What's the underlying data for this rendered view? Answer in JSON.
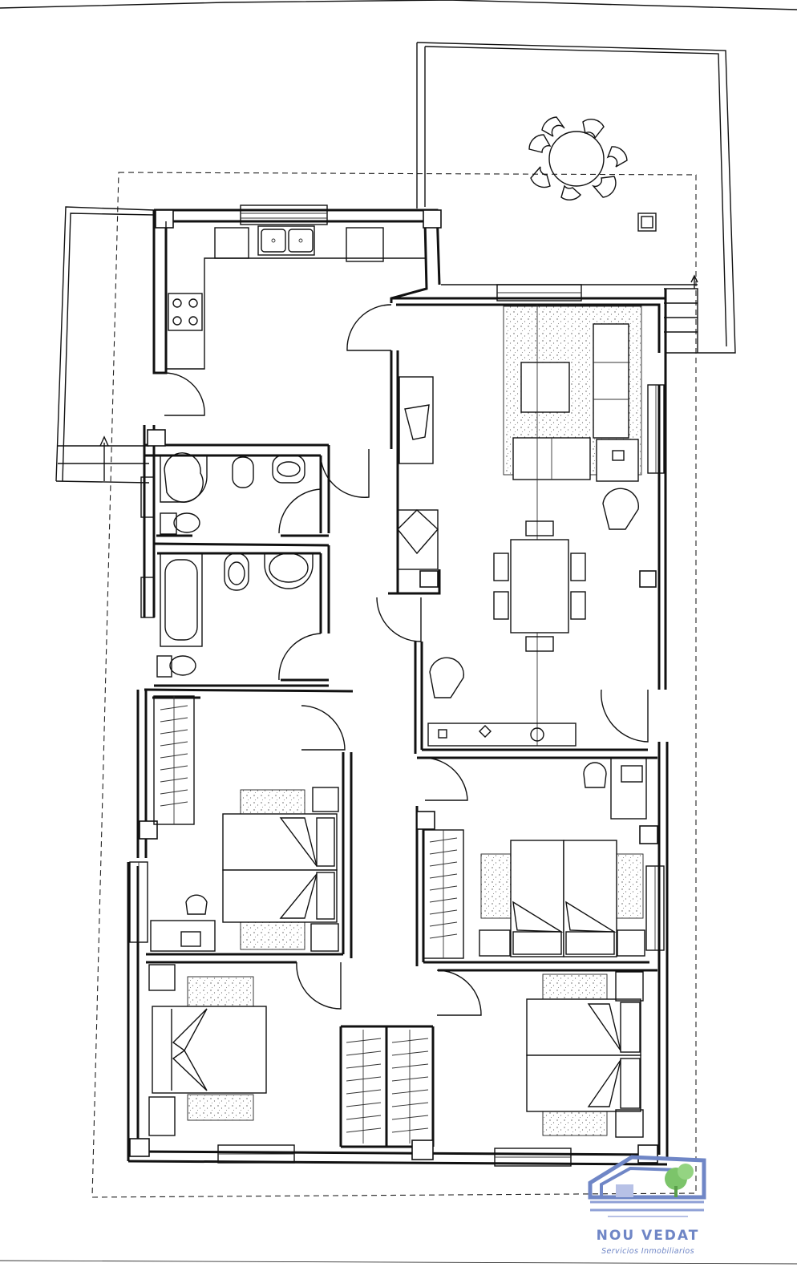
{
  "logo": {
    "name": "NOU VEDAT",
    "tagline": "Servicios Inmobiliarios",
    "colors": {
      "house": "#6f86c6",
      "tree": "#7cc46a"
    }
  },
  "rooms": [
    "kitchen",
    "terrace",
    "living-dining",
    "bathroom-1",
    "bathroom-2",
    "bedroom-1",
    "bedroom-2",
    "bedroom-3",
    "bedroom-4",
    "hallway",
    "balcony"
  ]
}
